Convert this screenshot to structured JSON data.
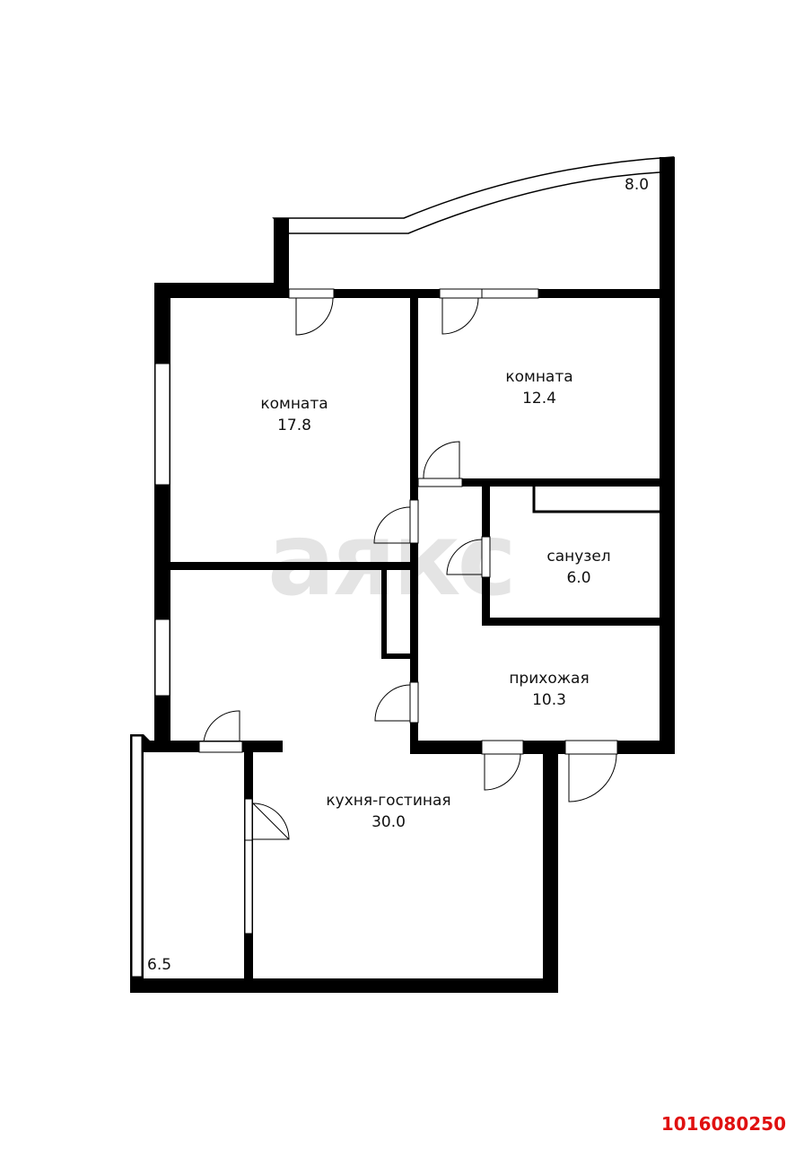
{
  "watermark": "аякс",
  "listing_id": "1016080250",
  "rooms": [
    {
      "name": "комната",
      "area": "17.8"
    },
    {
      "name": "комната",
      "area": "12.4"
    },
    {
      "name": "санузел",
      "area": "6.0"
    },
    {
      "name": "прихожая",
      "area": "10.3"
    },
    {
      "name": "кухня-гостиная",
      "area": "30.0"
    }
  ],
  "balconies": [
    {
      "area": "8.0"
    },
    {
      "area": "6.5"
    }
  ],
  "colors": {
    "wall": "#000000",
    "watermark": "#e4e4e4",
    "listing_id": "#e01010"
  }
}
